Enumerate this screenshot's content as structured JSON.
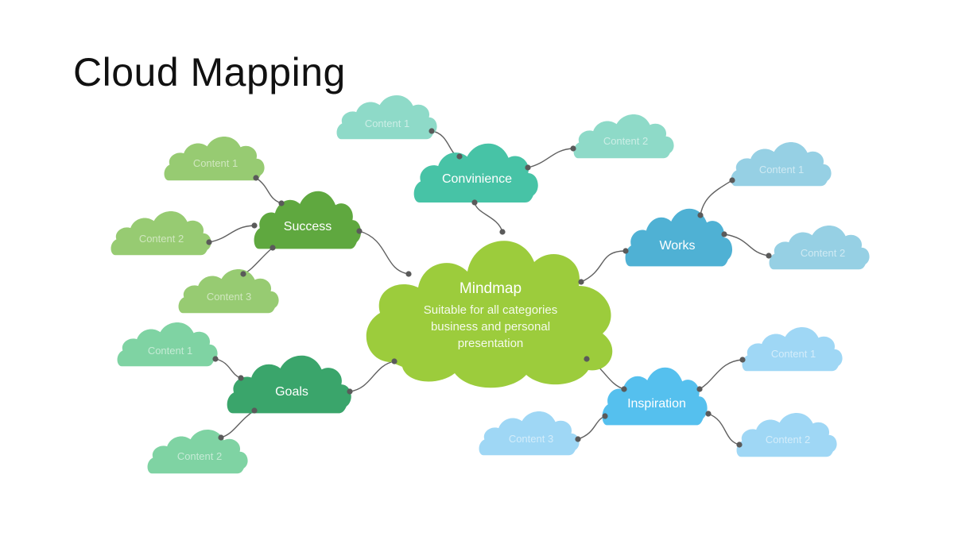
{
  "title": "Cloud Mapping",
  "colors": {
    "center": "#9ccc3c",
    "success": "#5fa83f",
    "success_sub": "#97cb72",
    "goals": "#3aa56b",
    "goals_sub": "#7fd3a3",
    "convinience": "#47c3a6",
    "convinience_sub": "#8edac8",
    "works": "#4fb1d4",
    "works_sub": "#96d0e4",
    "inspiration": "#55c0ee",
    "inspiration_sub": "#9fd7f5",
    "connector": "#606060"
  },
  "center": {
    "title": "Mindmap",
    "line1": "Suitable for all categories",
    "line2": "business and personal",
    "line3": "presentation"
  },
  "branches": {
    "convinience": {
      "label": "Convinience",
      "c1": "Content 1",
      "c2": "Content 2"
    },
    "success": {
      "label": "Success",
      "c1": "Content 1",
      "c2": "Content 2",
      "c3": "Content 3"
    },
    "works": {
      "label": "Works",
      "c1": "Content 1",
      "c2": "Content 2"
    },
    "goals": {
      "label": "Goals",
      "c1": "Content 1",
      "c2": "Content 2"
    },
    "inspiration": {
      "label": "Inspiration",
      "c1": "Content 1",
      "c2": "Content 2",
      "c3": "Content 3"
    }
  }
}
